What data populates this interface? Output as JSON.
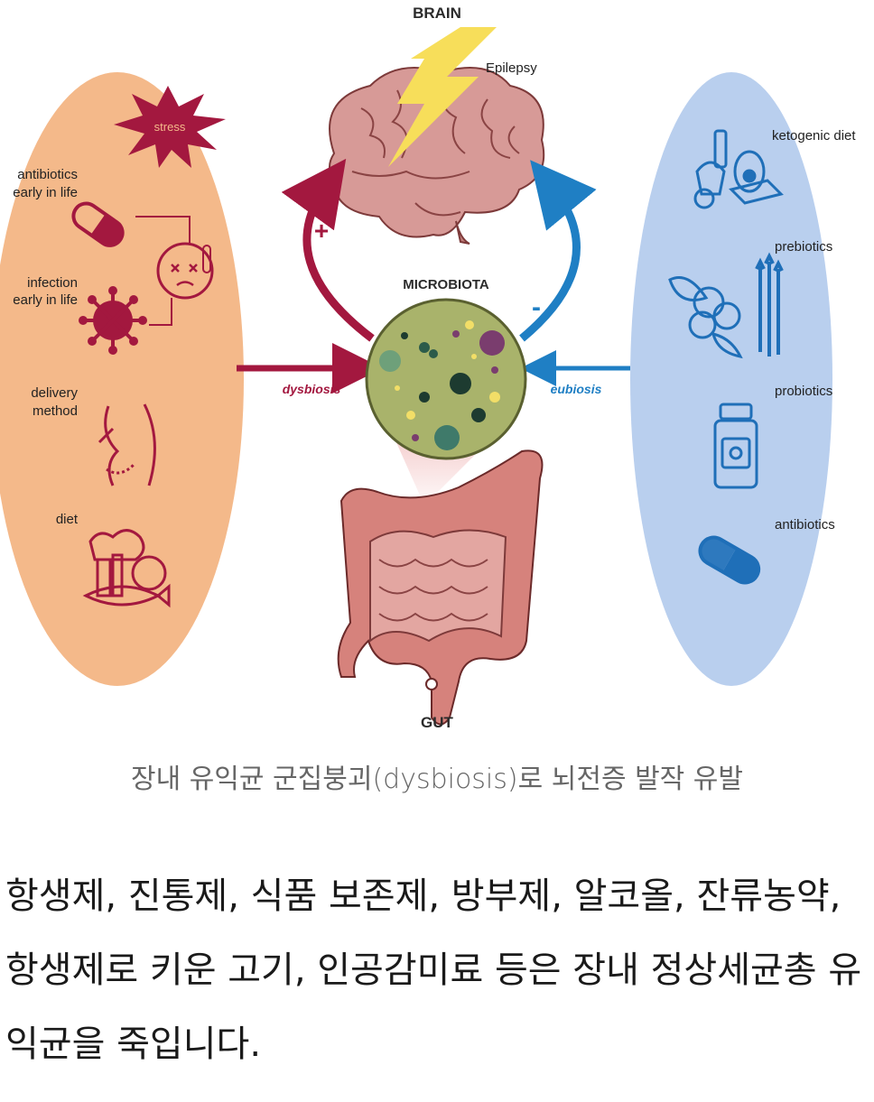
{
  "diagram": {
    "brain_label": "BRAIN",
    "epilepsy_label": "Epilepsy",
    "microbiota_label": "MICROBIOTA",
    "gut_label": "GUT",
    "plus_sign": "+",
    "minus_sign": "-",
    "dysbiosis_label": "dysbiosis",
    "eubiosis_label": "eubiosis",
    "left_factors": {
      "stress": "stress",
      "antibiotics_line1": "antibiotics",
      "antibiotics_line2": "early in life",
      "infection_line1": "infection",
      "infection_line2": "early in life",
      "delivery_line1": "delivery",
      "delivery_line2": "method",
      "diet": "diet"
    },
    "right_factors": {
      "ketogenic": "ketogenic diet",
      "prebiotics": "prebiotics",
      "probiotics": "probiotics",
      "antibiotics": "antibiotics"
    },
    "colors": {
      "left_panel": "#f4b98a",
      "right_panel": "#b9cfee",
      "dysbiosis": "#a3183f",
      "eubiosis": "#1f7fc4",
      "microbiota_fill": "#a9b36b",
      "brain": "#d79a97",
      "gut": "#d6827c",
      "lightning": "#f7de5a"
    }
  },
  "caption": "장내 유익균 군집붕괴(dysbiosis)로 뇌전증 발작 유발",
  "body_text": "항생제, 진통제, 식품 보존제, 방부제, 알코올, 잔류농약, 항생제로 키운 고기, 인공감미료 등은 장내 정상세균총 유익균을 죽입니다."
}
